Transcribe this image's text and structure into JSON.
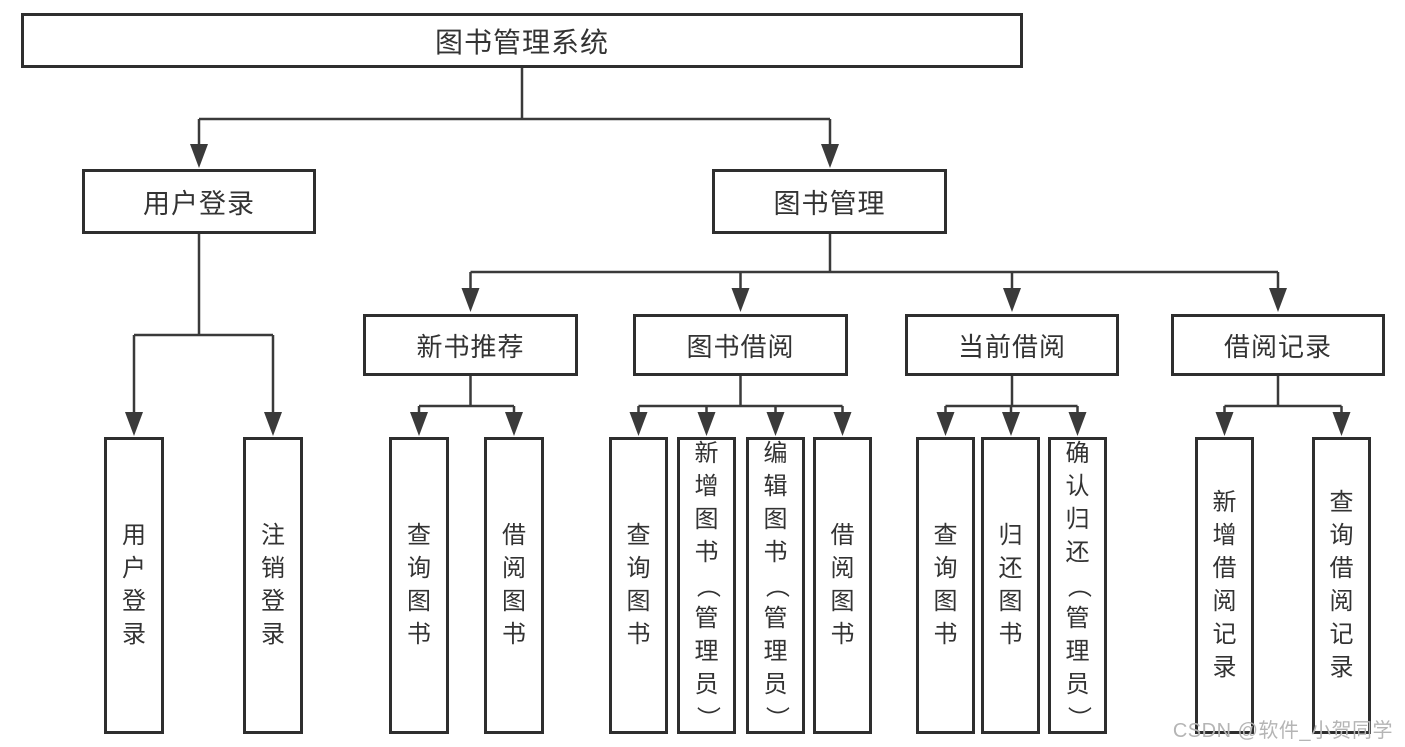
{
  "root": {
    "label": "图书管理系统"
  },
  "user_login": {
    "label": "用户登录",
    "children": [
      {
        "label": "用户登录"
      },
      {
        "label": "注销登录"
      }
    ]
  },
  "book_management": {
    "label": "图书管理",
    "sections": [
      {
        "label": "新书推荐",
        "children": [
          {
            "label": "查询图书"
          },
          {
            "label": "借阅图书"
          }
        ]
      },
      {
        "label": "图书借阅",
        "children": [
          {
            "label": "查询图书"
          },
          {
            "label": "新增图书（管理员）"
          },
          {
            "label": "编辑图书（管理员）"
          },
          {
            "label": "借阅图书"
          }
        ]
      },
      {
        "label": "当前借阅",
        "children": [
          {
            "label": "查询图书"
          },
          {
            "label": "归还图书"
          },
          {
            "label": "确认归还（管理员）"
          }
        ]
      },
      {
        "label": "借阅记录",
        "children": [
          {
            "label": "新增借阅记录"
          },
          {
            "label": "查询借阅记录"
          }
        ]
      }
    ]
  },
  "watermark": {
    "text": "CSDN @软件_小贺同学"
  },
  "colors": {
    "line": "#3a3a3a",
    "border": "#2e2e2e",
    "text": "#333333",
    "background": "#ffffff",
    "watermark": "#b5b5b5"
  }
}
